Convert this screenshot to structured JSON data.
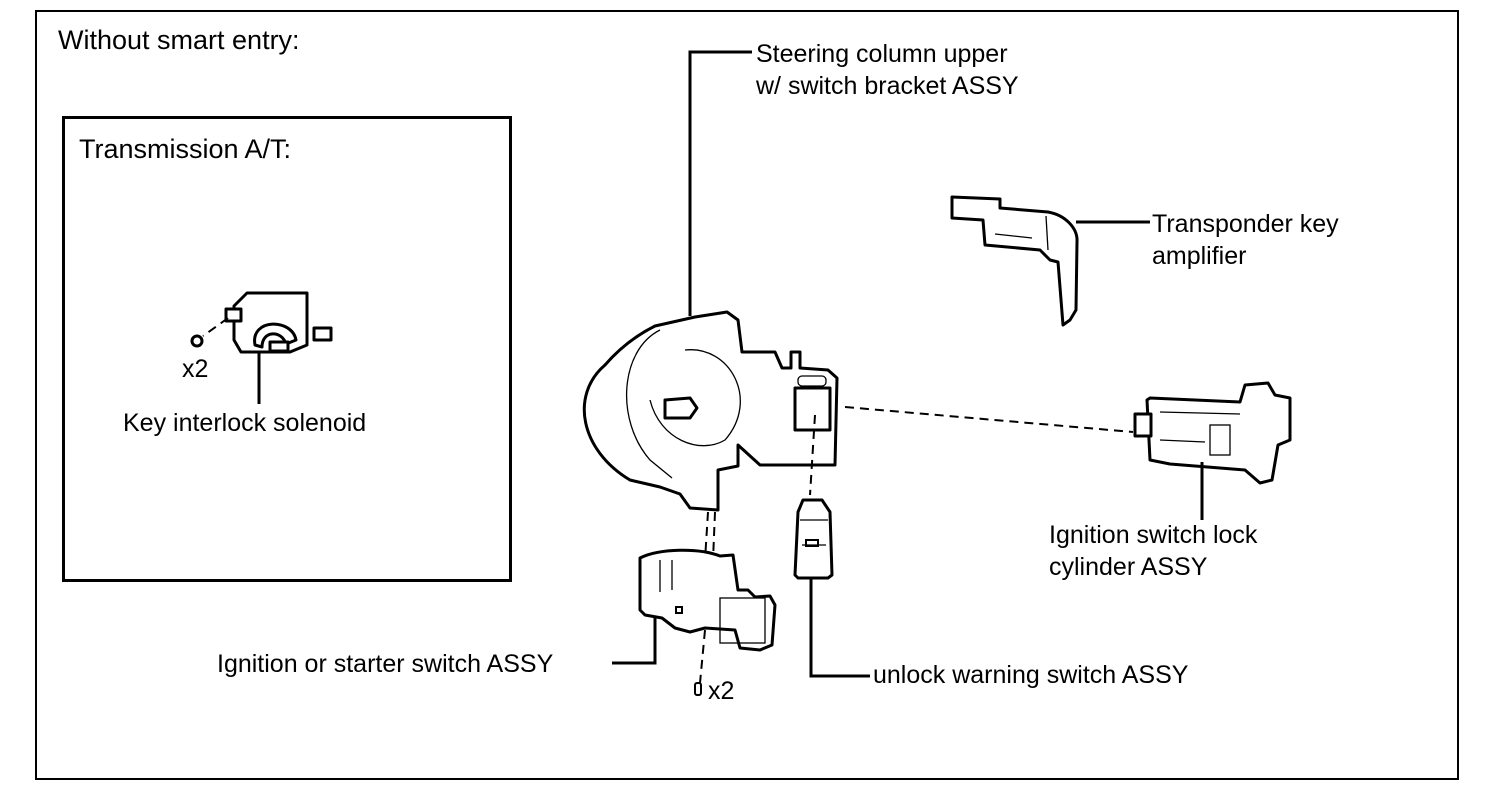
{
  "diagram": {
    "title": "Without smart entry:",
    "inset": {
      "title": "Transmission A/T:",
      "parts": [
        {
          "label": "Key interlock solenoid",
          "quantity_note": "x2"
        }
      ]
    },
    "parts": [
      {
        "id": "steering-column",
        "label_lines": [
          "Steering column upper",
          "w/ switch bracket ASSY"
        ]
      },
      {
        "id": "transponder",
        "label_lines": [
          "Transponder key",
          "amplifier"
        ]
      },
      {
        "id": "lock-cylinder",
        "label_lines": [
          "Ignition switch lock",
          "cylinder ASSY"
        ]
      },
      {
        "id": "starter-switch",
        "label_lines": [
          "Ignition or starter switch ASSY"
        ],
        "quantity_note": "x2"
      },
      {
        "id": "unlock-warning",
        "label_lines": [
          "unlock warning switch ASSY"
        ]
      }
    ]
  }
}
